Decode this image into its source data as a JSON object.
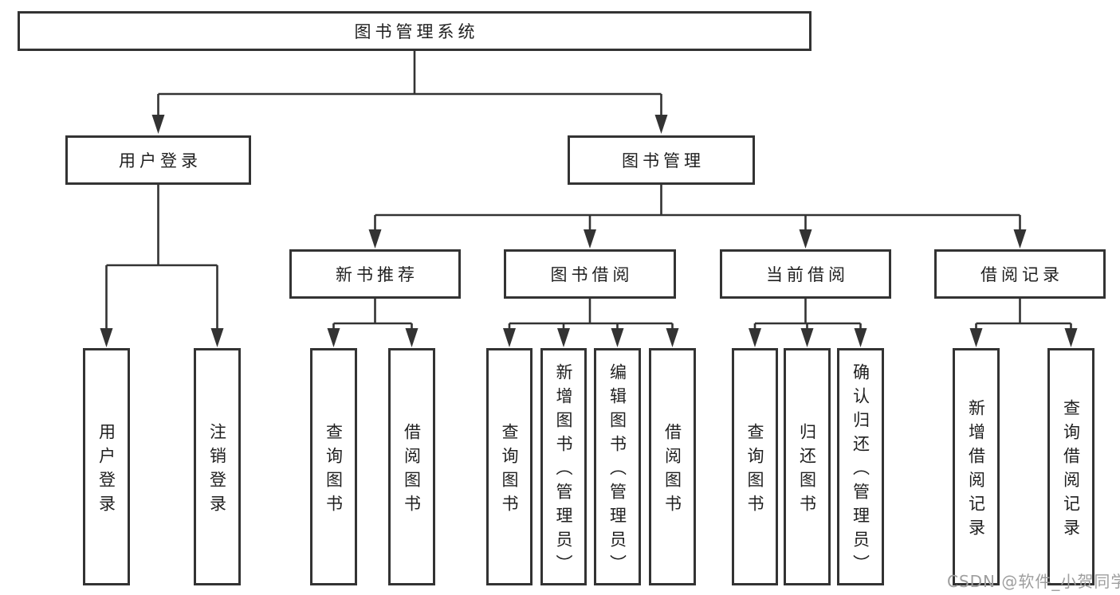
{
  "diagram": {
    "type": "hierarchy-tree",
    "tree": {
      "label": "图书管理系统",
      "children": [
        {
          "label": "用户登录",
          "children": [
            {
              "label": "用户登录"
            },
            {
              "label": "注销登录"
            }
          ]
        },
        {
          "label": "图书管理",
          "children": [
            {
              "label": "新书推荐",
              "children": [
                {
                  "label": "查询图书"
                },
                {
                  "label": "借阅图书"
                }
              ]
            },
            {
              "label": "图书借阅",
              "children": [
                {
                  "label": "查询图书"
                },
                {
                  "label": "新增图书（管理员）"
                },
                {
                  "label": "编辑图书（管理员）"
                },
                {
                  "label": "借阅图书"
                }
              ]
            },
            {
              "label": "当前借阅",
              "children": [
                {
                  "label": "查询图书"
                },
                {
                  "label": "归还图书"
                },
                {
                  "label": "确认归还（管理员）"
                }
              ]
            },
            {
              "label": "借阅记录",
              "children": [
                {
                  "label": "新增借阅记录"
                },
                {
                  "label": "查询借阅记录"
                }
              ]
            }
          ]
        }
      ]
    },
    "watermark": "CSDN @软件_小贺同学",
    "colors": {
      "line": "#333333",
      "text": "#1f1f1f",
      "watermark": "#9e9e9e",
      "box_background": "#ffffff",
      "background": "#ffffff"
    }
  }
}
